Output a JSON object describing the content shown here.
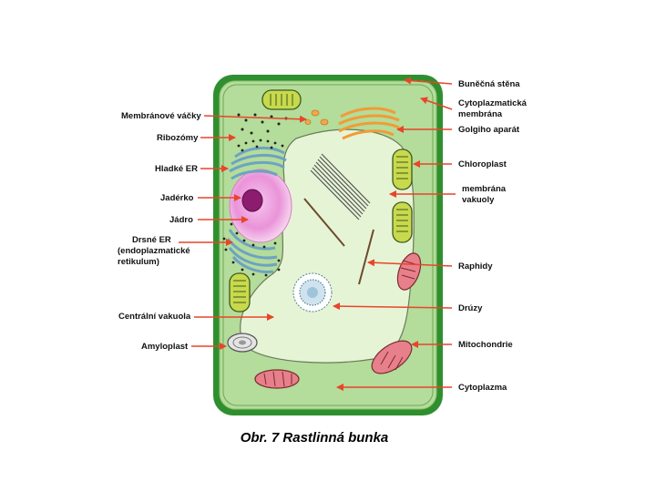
{
  "labels": {
    "left": [
      "Membránové váčky",
      "Ribozómy",
      "Hladké ER",
      "Jadérko",
      "Jádro",
      [
        "Drsné ER",
        "(endoplazmatické",
        "retikulum)"
      ],
      "Centrální vakuola",
      "Amyloplast"
    ],
    "right": [
      "Buněčná stěna",
      [
        "Cytoplazmatická",
        "membrána"
      ],
      "Golgiho aparát",
      "Chloroplast",
      [
        "membrána",
        "vakuoly"
      ],
      "Raphidy",
      "Drúzy",
      "Mitochondrie",
      "Cytoplazma"
    ]
  },
  "caption": "Obr. 7 Rastlinná bunka",
  "colors": {
    "cell_wall": "#2f8f2f",
    "cytoplasm": "#b4dc9a",
    "vacuole": "#e6f4d6",
    "nucleus": "#e98ed8",
    "nucleolus": "#8b1c6e",
    "arrow": "#e8452a",
    "chloroplast": "#c9d94c",
    "mitochondria": "#e7808a",
    "golgi": "#f29b37",
    "er": "#8fc0dc"
  }
}
